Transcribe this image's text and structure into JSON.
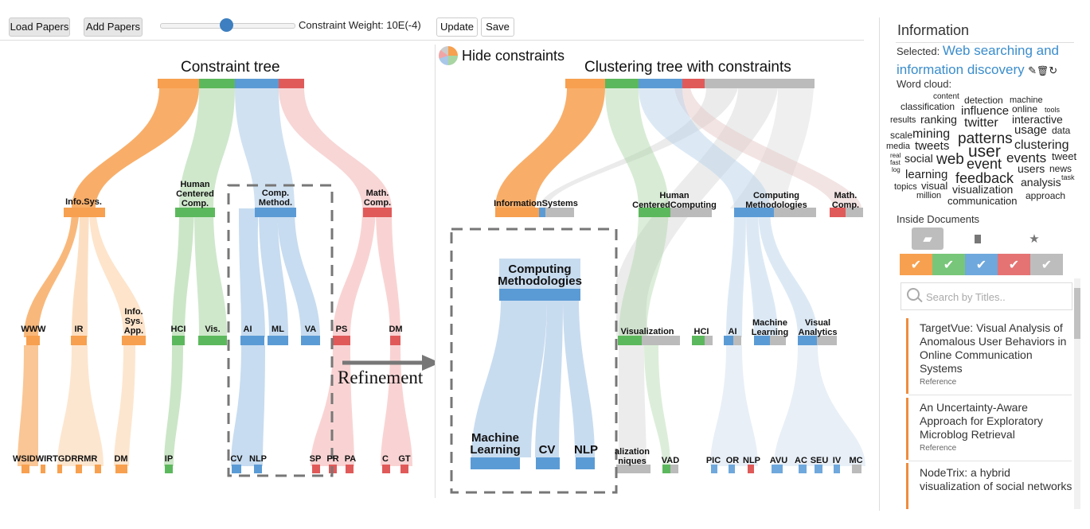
{
  "toolbar": {
    "load_label": "Load Papers",
    "add_label": "Add Papers",
    "slider_label": "Constraint Weight: 10E(-4)",
    "slider_value": 0.55,
    "update_label": "Update",
    "save_label": "Save"
  },
  "left_tree": {
    "title": "Constraint tree",
    "level1": [
      {
        "label": "Info.Sys.",
        "color": "#f7a04f"
      },
      {
        "label": "Human\nCentered\nComp.",
        "color": "#5cb85c"
      },
      {
        "label": "Comp.\nMethod.",
        "color": "#5b9bd5"
      },
      {
        "label": "Math.\nComp.",
        "color": "#e05a5a"
      }
    ],
    "level2": [
      "WWW",
      "IR",
      "Info.\nSys.\nApp.",
      "HCI",
      "Vis.",
      "AI",
      "ML",
      "VA",
      "PS",
      "DM"
    ],
    "level3": [
      "WSIDWIRTGDRRMR",
      "DM",
      "IP",
      "CV",
      "NLP",
      "SP",
      "PR",
      "PA",
      "C",
      "GT"
    ]
  },
  "refinement_label": "Refinement",
  "right_tree": {
    "hide_label": "Hide constraints",
    "title": "Clustering tree with constraints",
    "level1": [
      "InformationSystems",
      "Human\nCenteredComputing",
      "Computing\nMethodologies",
      "Math.\nComp."
    ],
    "level2": [
      "Visualization",
      "HCI",
      "AI",
      "Machine\nLearning",
      "Visual\nAnalytics"
    ],
    "level3": [
      "alization\nniques",
      "VAD",
      "PIC",
      "OR",
      "NLP",
      "AVU",
      "AC",
      "SEU",
      "IV",
      "MC"
    ],
    "zoom": {
      "title": "Computing\nMethodologies",
      "children": [
        "Machine\nLearning",
        "CV",
        "NLP"
      ]
    }
  },
  "info_panel": {
    "heading": "Information",
    "selected_prefix": "Selected: ",
    "selected_topic": "Web searching and information discovery",
    "word_cloud_label": "Word cloud:",
    "word_cloud": [
      "content",
      "detection",
      "machine",
      "classification",
      "influence",
      "online",
      "tools",
      "results",
      "ranking",
      "twitter",
      "interactive",
      "scale",
      "mining",
      "patterns",
      "usage",
      "data",
      "media",
      "tweets",
      "user",
      "clustering",
      "real",
      "fast",
      "log",
      "social",
      "web",
      "event",
      "events",
      "tweet",
      "users",
      "news",
      "learning",
      "feedback",
      "analysis",
      "task",
      "topics",
      "visual",
      "visualization",
      "million",
      "communication",
      "approach"
    ],
    "inside_docs_label": "Inside Documents",
    "filter_colors": [
      "#f7a04f",
      "#78c679",
      "#6fa8dc",
      "#e57373",
      "#bdbdbd"
    ],
    "search_placeholder": "Search by Titles..",
    "documents": [
      {
        "title": "TargetVue: Visual Analysis of Anomalous User Behaviors in Online Communication Systems",
        "tag": "Reference"
      },
      {
        "title": "An Uncertainty-Aware Approach for Exploratory Microblog Retrieval",
        "tag": "Reference"
      },
      {
        "title": "NodeTrix: a hybrid visualization of social networks",
        "tag": ""
      }
    ]
  }
}
